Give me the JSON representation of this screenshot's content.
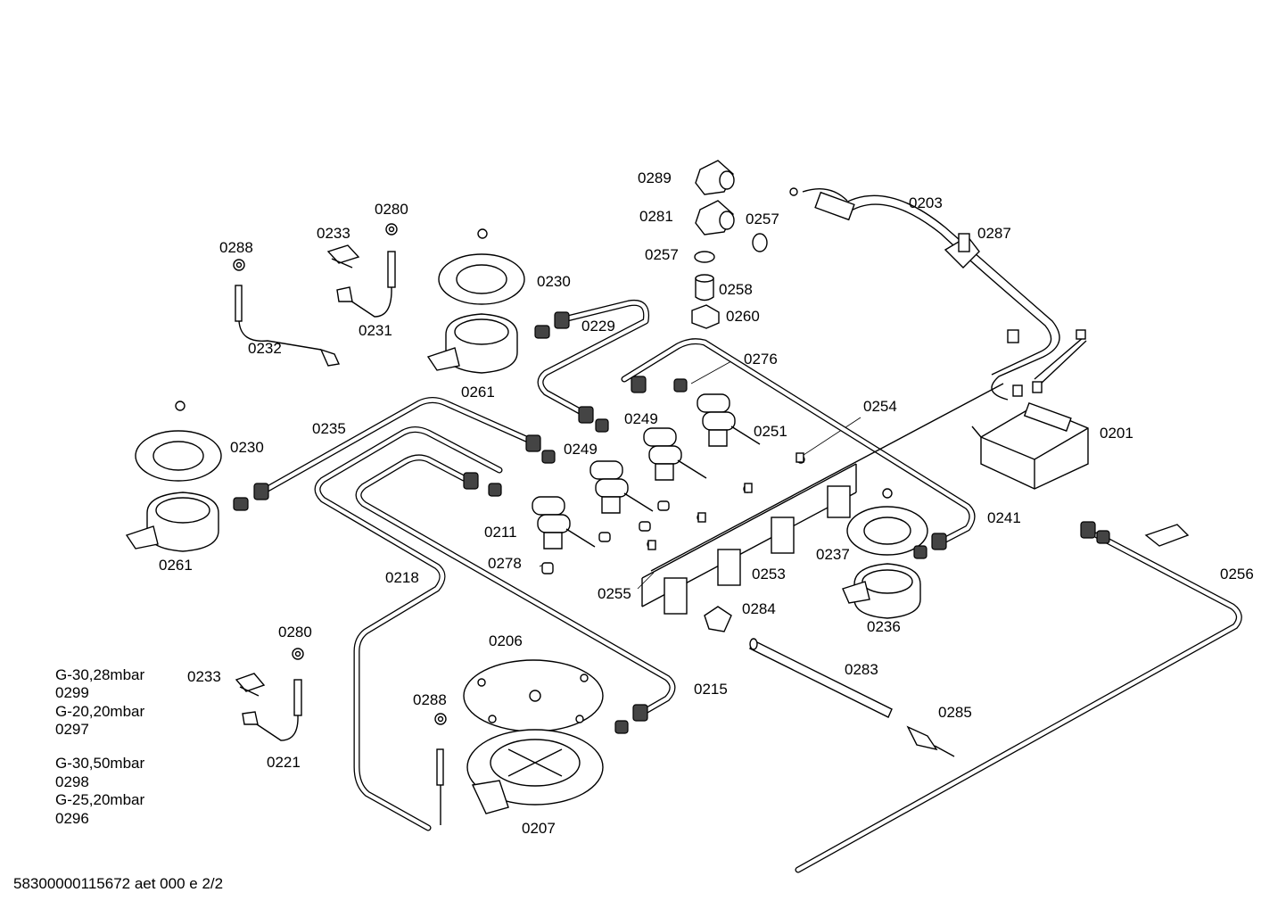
{
  "part_labels": {
    "p0289": "0289",
    "p0281": "0281",
    "p0257a": "0257",
    "p0257b": "0257",
    "p0258": "0258",
    "p0260": "0260",
    "p0203": "0203",
    "p0287": "0287",
    "p0280a": "0280",
    "p0233a": "0233",
    "p0288a": "0288",
    "p0230a": "0230",
    "p0231": "0231",
    "p0232": "0232",
    "p0229": "0229",
    "p0261a": "0261",
    "p0276": "0276",
    "p0249a": "0249",
    "p0249b": "0249",
    "p0254": "0254",
    "p0251": "0251",
    "p0201": "0201",
    "p0235": "0235",
    "p0230b": "0230",
    "p0261b": "0261",
    "p0211": "0211",
    "p0278": "0278",
    "p0241": "0241",
    "p0237": "0237",
    "p0253": "0253",
    "p0255": "0255",
    "p0256": "0256",
    "p0218": "0218",
    "p0284": "0284",
    "p0236": "0236",
    "p0280b": "0280",
    "p0206": "0206",
    "p0283": "0283",
    "p0233b": "0233",
    "p0215": "0215",
    "p0288b": "0288",
    "p0285": "0285",
    "p0221": "0221",
    "p0207": "0207"
  },
  "gas_legend": [
    "G-30,28mbar",
    "0299",
    "G-20,20mbar",
    "0297",
    "G-30,50mbar",
    "0298",
    "G-25,20mbar",
    "0296"
  ],
  "footer": "58300000115672 aet 000 e 2/2"
}
